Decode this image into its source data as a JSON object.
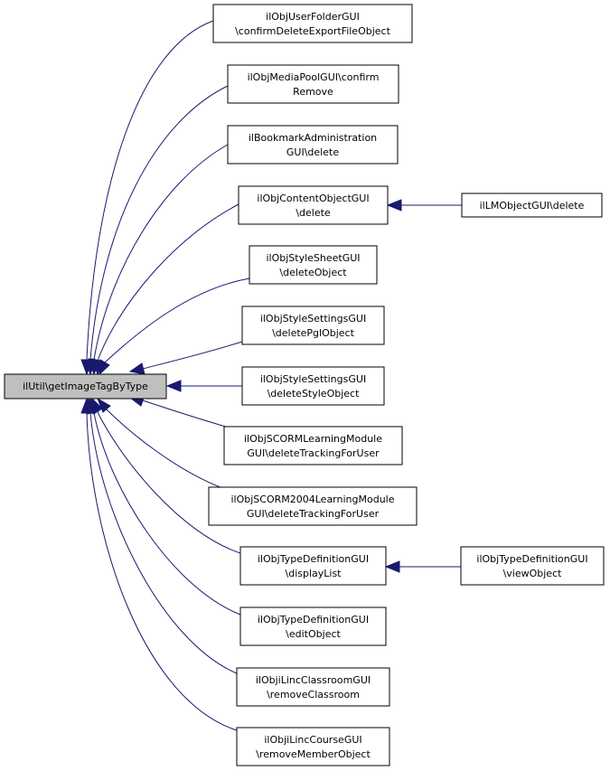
{
  "nodes": {
    "root": [
      "ilUtil\\getImageTagByType"
    ],
    "userfolder": [
      "ilObjUserFolderGUI",
      "\\confirmDeleteExportFileObject"
    ],
    "mediapool": [
      "ilObjMediaPoolGUI\\confirm",
      "Remove"
    ],
    "bookmark": [
      "ilBookmarkAdministration",
      "GUI\\delete"
    ],
    "contentobject": [
      "ilObjContentObjectGUI",
      "\\delete"
    ],
    "lmobject": [
      "ilLMObjectGUI\\delete"
    ],
    "stylesheet": [
      "ilObjStyleSheetGUI",
      "\\deleteObject"
    ],
    "stylesettings_pgl": [
      "ilObjStyleSettingsGUI",
      "\\deletePglObject"
    ],
    "stylesettings_style": [
      "ilObjStyleSettingsGUI",
      "\\deleteStyleObject"
    ],
    "scorm": [
      "ilObjSCORMLearningModule",
      "GUI\\deleteTrackingForUser"
    ],
    "scorm2004": [
      "ilObjSCORM2004LearningModule",
      "GUI\\deleteTrackingForUser"
    ],
    "typedef_display": [
      "ilObjTypeDefinitionGUI",
      "\\displayList"
    ],
    "typedef_view": [
      "ilObjTypeDefinitionGUI",
      "\\viewObject"
    ],
    "typedef_edit": [
      "ilObjTypeDefinitionGUI",
      "\\editObject"
    ],
    "linc_classroom": [
      "ilObjiLincClassroomGUI",
      "\\removeClassroom"
    ],
    "linc_course": [
      "ilObjiLincCourseGUI",
      "\\removeMemberObject"
    ]
  }
}
